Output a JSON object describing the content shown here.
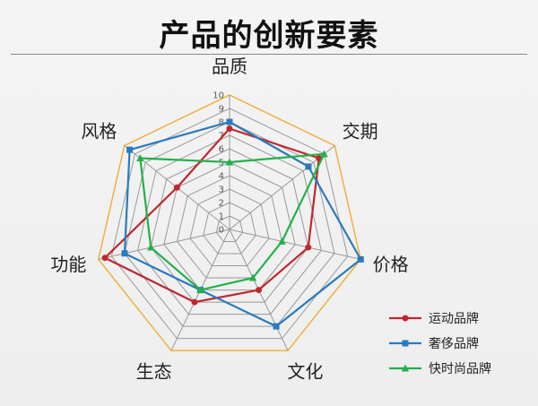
{
  "chart_data": {
    "type": "radar",
    "title": "产品的创新要素",
    "axes": [
      "品质",
      "交期",
      "价格",
      "文化",
      "生态",
      "功能",
      "风格"
    ],
    "range": [
      0,
      10
    ],
    "ticks": [
      "0",
      "1",
      "2",
      "3",
      "4",
      "5",
      "6",
      "7",
      "8",
      "9",
      "10"
    ],
    "series": [
      {
        "name": "运动品牌",
        "color": "#c0272d",
        "marker": "circle",
        "values": [
          7.5,
          8.5,
          6,
          5,
          6,
          9.5,
          5
        ]
      },
      {
        "name": "奢侈品牌",
        "color": "#2a7abf",
        "marker": "square",
        "values": [
          8,
          7.5,
          10,
          8,
          5,
          8,
          9.5
        ]
      },
      {
        "name": "快时尚品牌",
        "color": "#22b04b",
        "marker": "triangle",
        "values": [
          5,
          9,
          4,
          4,
          5,
          6,
          8.5
        ]
      }
    ],
    "outer_ring_color": "#f0b040",
    "grid_color": "#999999",
    "legend_position": "bottom-right"
  }
}
